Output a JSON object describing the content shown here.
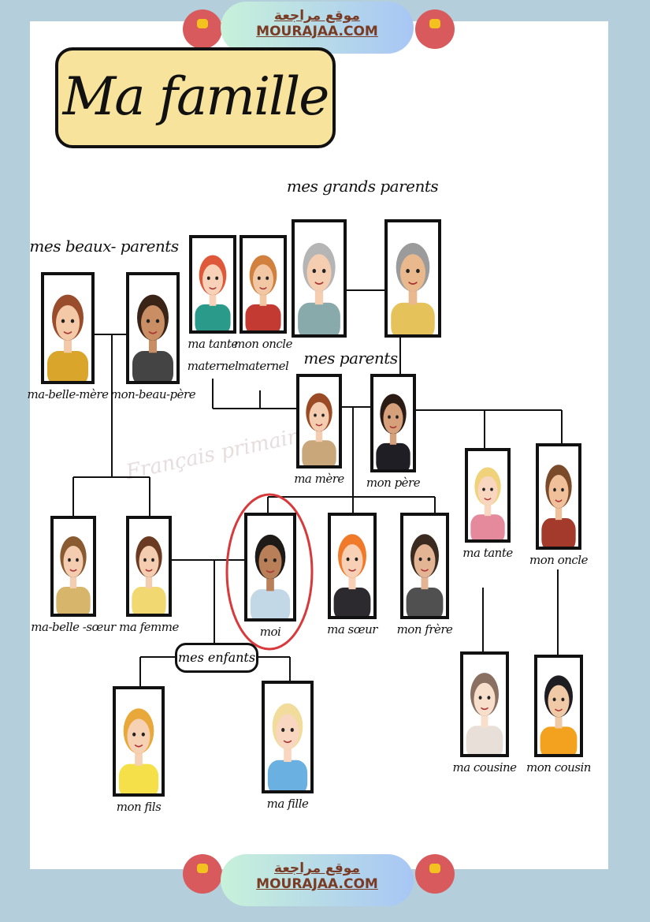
{
  "banner_top": {
    "arabic": "موقع مراجعة",
    "latin": "MOURAJAA.COM"
  },
  "banner_bottom": {
    "arabic": "موقع مراجعة",
    "latin": "MOURAJAA.COM"
  },
  "badge_text": "mourajaa.com",
  "title": "Ma famille",
  "watermark": "Français primaire",
  "groups": {
    "grands_parents": "mes grands parents",
    "beaux_parents": "mes beaux- parents",
    "parents": "mes parents",
    "enfants": "mes enfants"
  },
  "people": [
    {
      "id": "belle-mere",
      "label": "ma-belle-mère",
      "hair": "#9a4d2c",
      "shirt": "#d9a52a",
      "skin": "#f4c9a8"
    },
    {
      "id": "beau-pere",
      "label": "mon-beau-père",
      "hair": "#3a2418",
      "shirt": "#444",
      "skin": "#c98e63"
    },
    {
      "id": "tante-maternel",
      "label": "ma tante",
      "label2": "maternel",
      "hair": "#e0583a",
      "shirt": "#2a9a8a",
      "skin": "#f7d2b8"
    },
    {
      "id": "oncle-maternel",
      "label": "mon oncle",
      "label2": "maternel",
      "hair": "#d2803e",
      "shirt": "#c23a32",
      "skin": "#f2c7a4"
    },
    {
      "id": "grand-mere",
      "label": "",
      "hair": "#b5b5b5",
      "shirt": "#8aa",
      "skin": "#f5cdb0"
    },
    {
      "id": "grand-pere",
      "label": "",
      "hair": "#9b9b9b",
      "shirt": "#e6c25a",
      "skin": "#e9b98d"
    },
    {
      "id": "mere",
      "label": "ma mère",
      "hair": "#9b4a26",
      "shirt": "#c9a77a",
      "skin": "#f4cdb0"
    },
    {
      "id": "pere",
      "label": "mon père",
      "hair": "#2a1c14",
      "shirt": "#1e1e24",
      "skin": "#d5a07a"
    },
    {
      "id": "tante",
      "label": "ma tante",
      "hair": "#f0d27a",
      "shirt": "#e48a9c",
      "skin": "#f8d6bf"
    },
    {
      "id": "oncle",
      "label": "mon oncle",
      "hair": "#7a4a2a",
      "shirt": "#a33a2c",
      "skin": "#f0c09a"
    },
    {
      "id": "belle-soeur",
      "label": "ma-belle -sœur",
      "hair": "#8a5a30",
      "shirt": "#d7b66c",
      "skin": "#f4cdb0"
    },
    {
      "id": "femme",
      "label": "ma femme",
      "hair": "#6a3a22",
      "shirt": "#f1d870",
      "skin": "#f4cdb0"
    },
    {
      "id": "moi",
      "label": "moi",
      "hair": "#1e1a18",
      "shirt": "#c2d8e6",
      "skin": "#b87f58"
    },
    {
      "id": "soeur",
      "label": "ma sœur",
      "hair": "#f07a2a",
      "shirt": "#2c2a2e",
      "skin": "#f7d0b5"
    },
    {
      "id": "frere",
      "label": "mon frère",
      "hair": "#3a2a20",
      "shirt": "#505050",
      "skin": "#e4b594"
    },
    {
      "id": "fils",
      "label": "mon fils",
      "hair": "#e8a83a",
      "shirt": "#f5e04a",
      "skin": "#f7d1b3"
    },
    {
      "id": "fille",
      "label": "ma fille",
      "hair": "#f2dc9c",
      "shirt": "#6ab0e0",
      "skin": "#f8d6bf"
    },
    {
      "id": "cousine",
      "label": "ma cousine",
      "hair": "#8a7060",
      "shirt": "#e8e0d8",
      "skin": "#f8dfcc"
    },
    {
      "id": "cousin",
      "label": "mon cousin",
      "hair": "#1e1e22",
      "shirt": "#f2a21e",
      "skin": "#f0c9a6"
    }
  ],
  "colors": {
    "background": "#b4cfdb",
    "title_fill": "#f7e39c",
    "highlight_circle": "#d8393b",
    "banner_text": "#7a3b25"
  }
}
